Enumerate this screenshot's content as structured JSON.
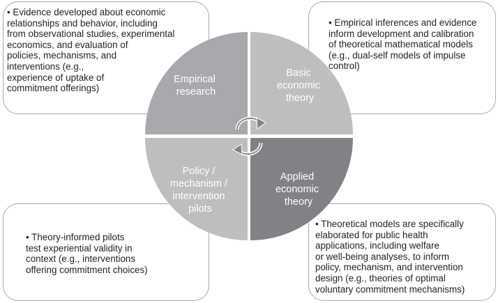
{
  "boxes": {
    "top_left": {
      "text": "• Evidence developed about economic\n   relationships and behavior, including\n   from observational studies, experimental\n   economics, and evaluation of\n   policies, mechanisms, and\n   interventions (e.g.,\n   experience of uptake of\n   commitment offerings)"
    },
    "top_right": {
      "text": "• Empirical inferences and evidence\n   inform development and calibration\n   of theoretical mathematical models\n   (e.g., dual-self models of impulse\n   control)"
    },
    "bottom_left": {
      "text": "• Theory-informed pilots\n   test experiential validity in\n   context (e.g., interventions\n   offering commitment choices)"
    },
    "bottom_right": {
      "text": "• Theoretical models are specifically\n   elaborated for public health\n   applications, including welfare\n   or well-being analyses, to inform\n   policy, mechanism, and intervention\n   design  (e.g., theories of optimal\n   voluntary commitment mechanisms)"
    }
  },
  "quadrants": {
    "empirical": {
      "lines": [
        "Empirical",
        "research"
      ],
      "color": "#a7a9ac"
    },
    "basic": {
      "lines": [
        "Basic",
        "economic",
        "theory"
      ],
      "color": "#bcbec0"
    },
    "policy": {
      "lines": [
        "Policy /",
        "mechanism /",
        "intervention",
        "pilots"
      ],
      "color": "#bcbec0"
    },
    "applied": {
      "lines": [
        "Applied",
        "economic",
        "theory"
      ],
      "color": "#808285"
    }
  },
  "icons": {
    "center": "cycle-arrows-icon"
  }
}
